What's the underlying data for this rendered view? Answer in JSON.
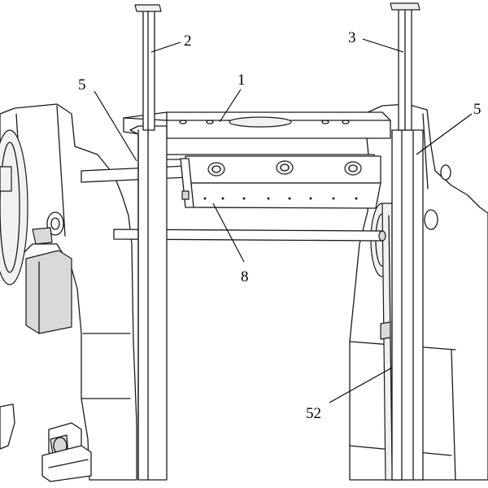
{
  "callouts": {
    "c1": "1",
    "c2": "2",
    "c3": "3",
    "c5_left": "5",
    "c5_right": "5",
    "c8": "8",
    "c52": "52"
  },
  "colors": {
    "line": "#1a1a1a",
    "background": "#ffffff",
    "shade": "#d9d9d9"
  }
}
